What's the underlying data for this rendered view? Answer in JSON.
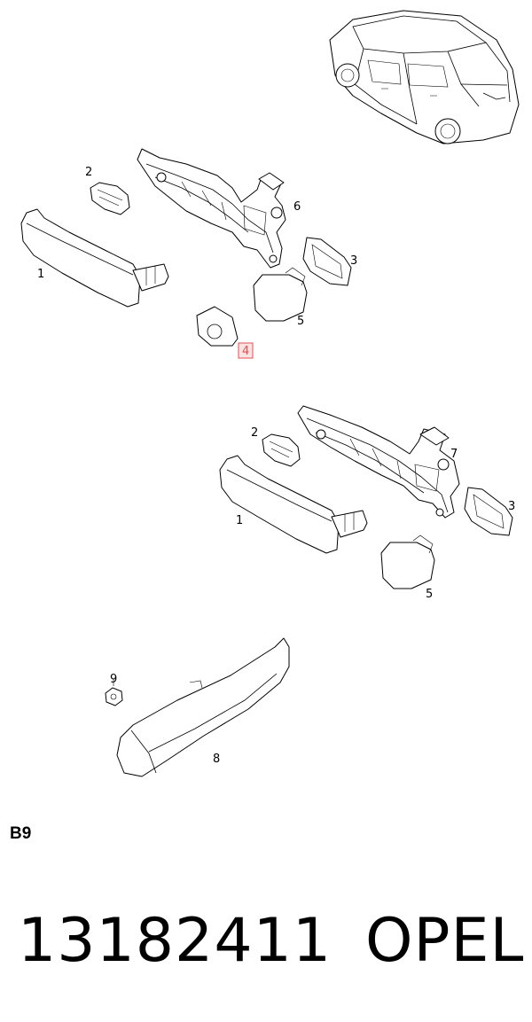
{
  "callouts": {
    "a1": "1",
    "a2": "2",
    "a3": "3",
    "a4": "4",
    "a5": "5",
    "a6": "6",
    "b1": "1",
    "b2": "2",
    "b3": "3",
    "b5": "5",
    "b7": "7",
    "c8": "8",
    "c9": "9"
  },
  "highlighted_callout": "4",
  "section_code": "B9",
  "part_number": "13182411",
  "brand": "OPEL",
  "colors": {
    "highlight_fill": "#fbe3e3",
    "highlight_stroke": "#e05050",
    "line": "#000000"
  }
}
